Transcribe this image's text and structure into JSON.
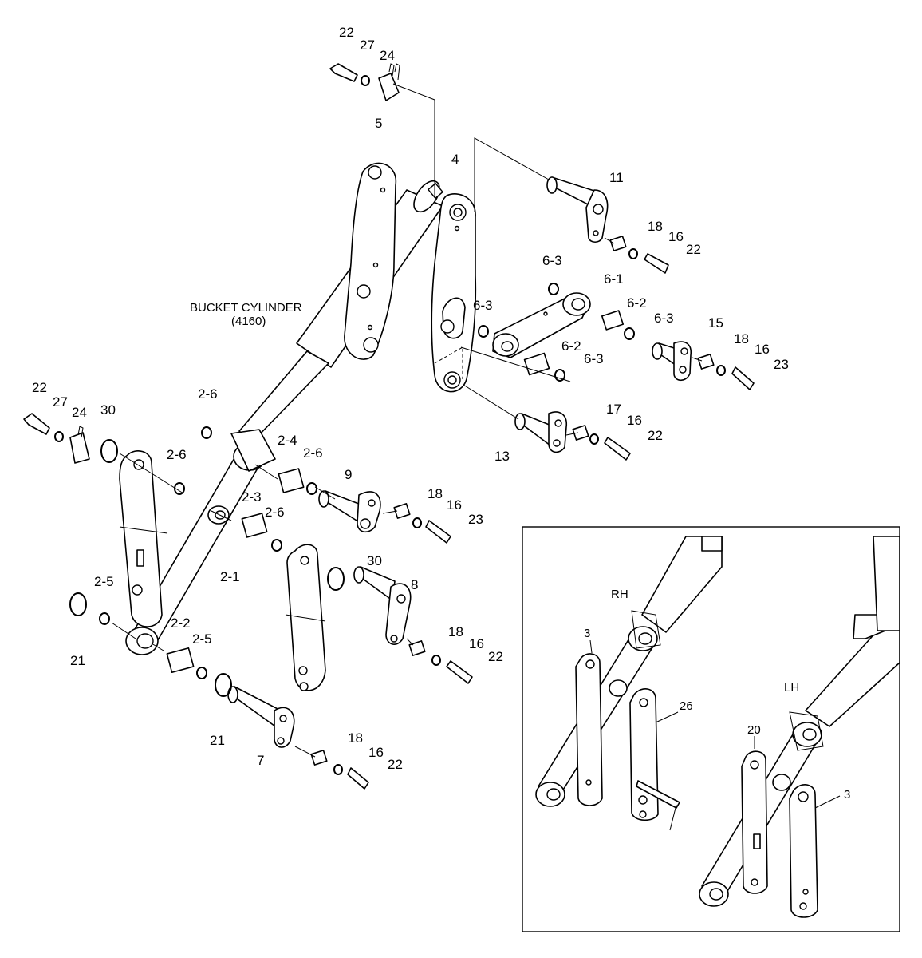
{
  "cylinder": {
    "name": "BUCKET CYLINDER",
    "code": "(4160)"
  },
  "inset": {
    "rh": "RH",
    "lh": "LH"
  },
  "labels": {
    "p22a": "22",
    "p27a": "27",
    "p24a": "24",
    "p5": "5",
    "p4": "4",
    "p11": "11",
    "p18a": "18",
    "p16a": "16",
    "p22b": "22",
    "p63a": "6-3",
    "p61": "6-1",
    "p63b": "6-3",
    "p62a": "6-2",
    "p63c": "6-3",
    "p15": "15",
    "p62b": "6-2",
    "p63d": "6-3",
    "p18b": "18",
    "p16b": "16",
    "p23a": "23",
    "p17": "17",
    "p16c": "16",
    "p22c": "22",
    "p13": "13",
    "p22d": "22",
    "p27b": "27",
    "p24b": "24",
    "p30a": "30",
    "p26a": "2-6",
    "p26b": "2-6",
    "p24c": "2-4",
    "p26c": "2-6",
    "p9": "9",
    "p18c": "18",
    "p16d": "16",
    "p23b": "23",
    "p23c": "2-3",
    "p26d": "2-6",
    "p21a": "2-1",
    "p30b": "30",
    "p8": "8",
    "p18d": "18",
    "p16e": "16",
    "p22e": "22",
    "p25a": "2-5",
    "p21b": "21",
    "p22f": "2-2",
    "p25b": "2-5",
    "p21c": "21",
    "p7": "7",
    "p18e": "18",
    "p16f": "16",
    "p22g": "22",
    "i3a": "3",
    "i26": "26",
    "i20": "20",
    "i3b": "3"
  }
}
